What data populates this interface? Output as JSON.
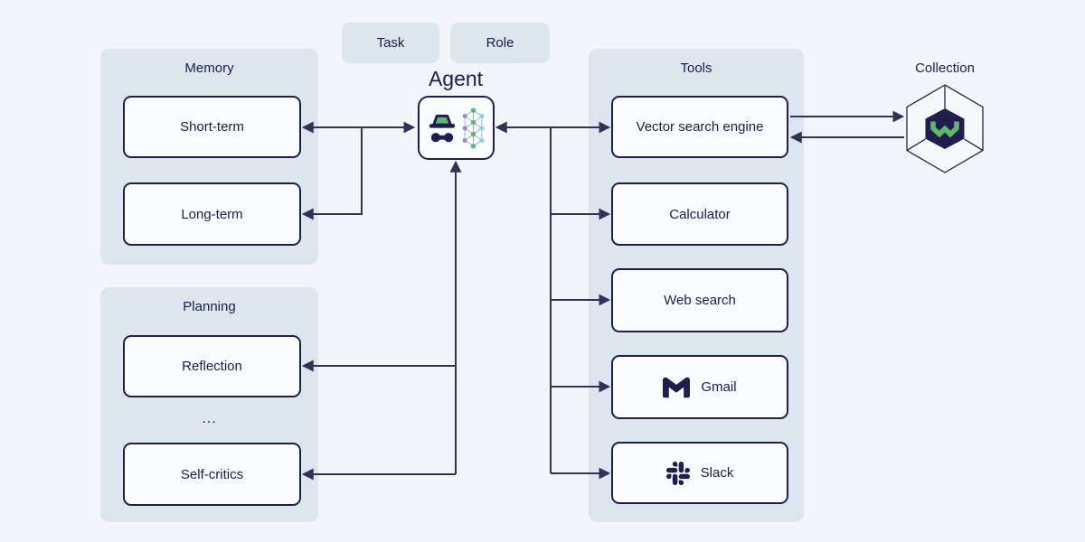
{
  "chips": {
    "task": "Task",
    "role": "Role"
  },
  "agent": {
    "label": "Agent",
    "icons": [
      "incognito-agent-icon",
      "neural-network-icon"
    ]
  },
  "memory": {
    "title": "Memory",
    "items": [
      {
        "label": "Short-term"
      },
      {
        "label": "Long-term"
      }
    ]
  },
  "planning": {
    "title": "Planning",
    "ellipsis": "...",
    "items": [
      {
        "label": "Reflection"
      },
      {
        "label": "Self-critics"
      }
    ]
  },
  "tools": {
    "title": "Tools",
    "items": [
      {
        "label": "Vector search engine"
      },
      {
        "label": "Calculator"
      },
      {
        "label": "Web search"
      },
      {
        "label": "Gmail",
        "icon": "gmail-icon"
      },
      {
        "label": "Slack",
        "icon": "slack-icon"
      }
    ]
  },
  "collection": {
    "title": "Collection",
    "icon": "weaviate-hexagon-logo"
  },
  "connections": [
    {
      "from": "agent",
      "to": "short-term",
      "arrows": "both"
    },
    {
      "from": "agent",
      "to": "long-term",
      "arrows": "to"
    },
    {
      "from": "agent-bottom-trunk",
      "to": "agent",
      "arrows": "to"
    },
    {
      "from": "agent-bottom-trunk",
      "to": "reflection",
      "arrows": "to"
    },
    {
      "from": "agent-bottom-trunk",
      "to": "self-critics",
      "arrows": "to"
    },
    {
      "from": "agent",
      "to": "vector-search-engine",
      "arrows": "both"
    },
    {
      "from": "tools-trunk",
      "to": "calculator",
      "arrows": "to"
    },
    {
      "from": "tools-trunk",
      "to": "web-search",
      "arrows": "to"
    },
    {
      "from": "tools-trunk",
      "to": "gmail",
      "arrows": "to"
    },
    {
      "from": "tools-trunk",
      "to": "slack",
      "arrows": "to"
    },
    {
      "from": "vector-search-engine",
      "to": "collection",
      "arrows": "to"
    },
    {
      "from": "collection",
      "to": "vector-search-engine",
      "arrows": "to"
    }
  ],
  "colors": {
    "page_bg": "#f3f5fa",
    "panel_bg": "#dce6ef",
    "node_bg": "#fbfcff",
    "navy": "#1e1b4b",
    "connector": "#343157",
    "green": "#5cb96b",
    "cyan": "#7fd4e6",
    "node_gray": "#8f93ac"
  }
}
